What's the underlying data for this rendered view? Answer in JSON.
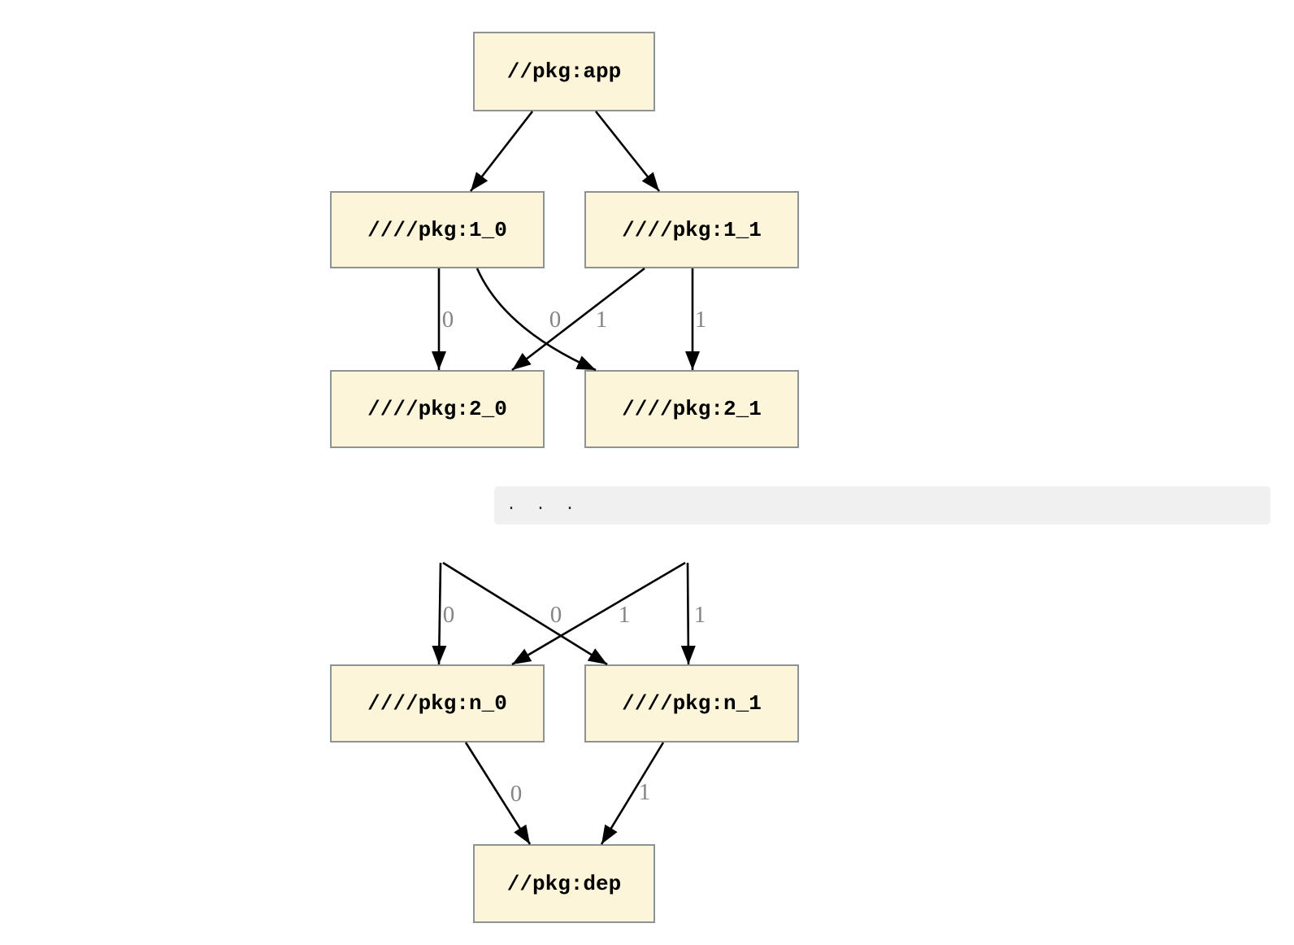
{
  "graph": {
    "nodes": [
      {
        "id": "app",
        "label": "//pkg:app"
      },
      {
        "id": "1_0",
        "label": "////pkg:1_0"
      },
      {
        "id": "1_1",
        "label": "////pkg:1_1"
      },
      {
        "id": "2_0",
        "label": "////pkg:2_0"
      },
      {
        "id": "2_1",
        "label": "////pkg:2_1"
      },
      {
        "id": "n_0",
        "label": "////pkg:n_0"
      },
      {
        "id": "n_1",
        "label": "////pkg:n_1"
      },
      {
        "id": "dep",
        "label": "//pkg:dep"
      }
    ],
    "edges": [
      {
        "from": "//pkg:app",
        "to": "////pkg:1_0",
        "label": ""
      },
      {
        "from": "//pkg:app",
        "to": "////pkg:1_1",
        "label": ""
      },
      {
        "from": "////pkg:1_0",
        "to": "////pkg:2_0",
        "label": "0"
      },
      {
        "from": "////pkg:1_0",
        "to": "////pkg:2_1",
        "label": "1"
      },
      {
        "from": "////pkg:1_1",
        "to": "////pkg:2_0",
        "label": "0"
      },
      {
        "from": "////pkg:1_1",
        "to": "////pkg:2_1",
        "label": "1"
      },
      {
        "from": "...",
        "to": "////pkg:n_0",
        "label": "0"
      },
      {
        "from": "...",
        "to": "////pkg:n_1",
        "label": "1"
      },
      {
        "from": "...",
        "to": "////pkg:n_0",
        "label": "0"
      },
      {
        "from": "...",
        "to": "////pkg:n_1",
        "label": "1"
      },
      {
        "from": "////pkg:n_0",
        "to": "//pkg:dep",
        "label": "0"
      },
      {
        "from": "////pkg:n_1",
        "to": "//pkg:dep",
        "label": "1"
      }
    ]
  },
  "codeblock": {
    "text": ".  .  ."
  },
  "colors": {
    "node_fill": "#FCF5DA",
    "node_border": "#8C9296",
    "node_text": "#000000",
    "edge_color": "#000000",
    "edge_label": "#858585",
    "codeblock_bg": "#F0F0F1",
    "codeblock_text": "#2B2B2B",
    "page_bg": "#FFFFFF"
  }
}
